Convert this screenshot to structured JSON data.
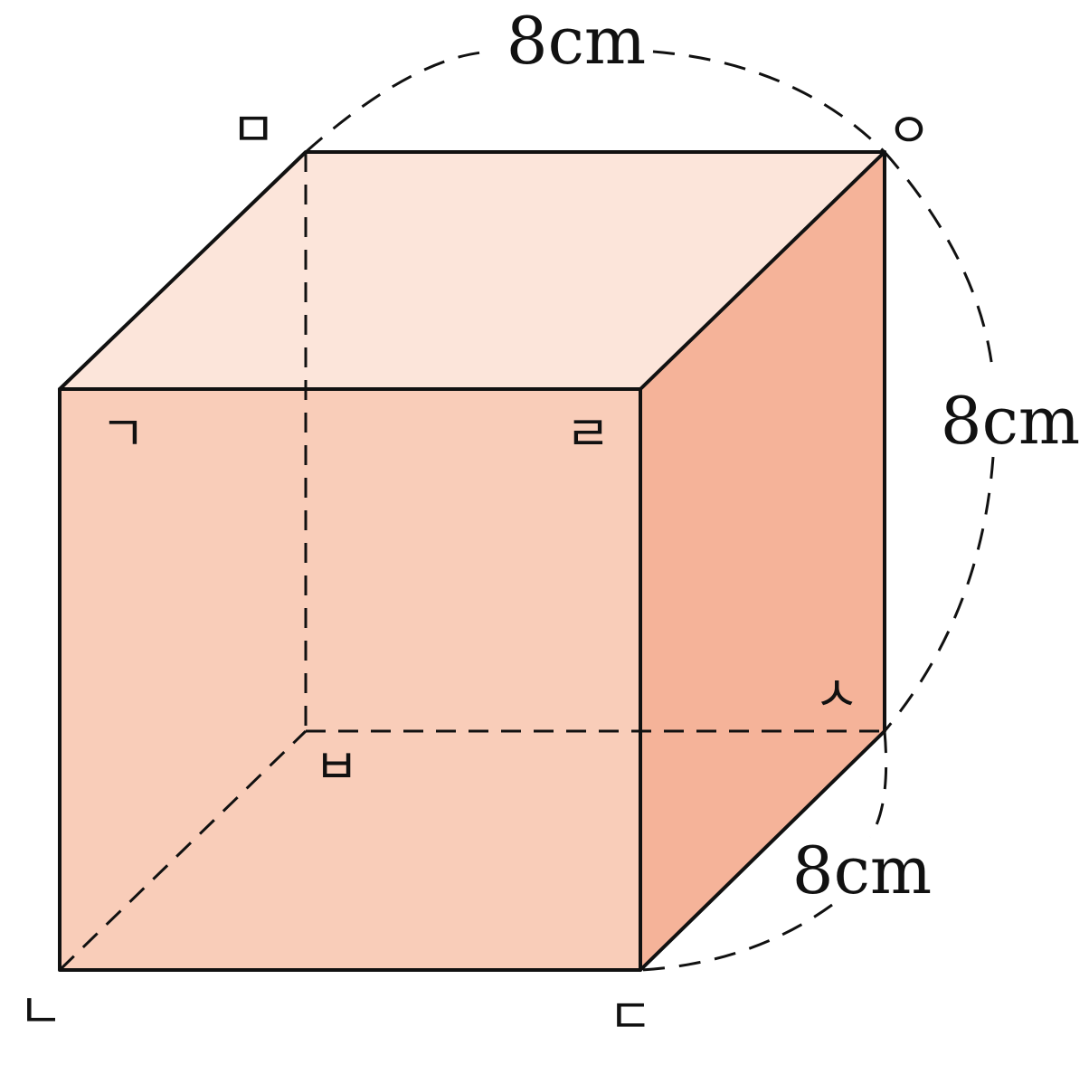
{
  "figure": {
    "type": "cube",
    "vertices": {
      "front_top_left": "ㄱ",
      "front_bottom_left": "ㄴ",
      "front_bottom_right": "ㄷ",
      "front_top_right": "ㄹ",
      "back_top_left": "ㅁ",
      "back_bottom_left": "ㅂ",
      "back_bottom_right": "ㅅ",
      "back_top_right": "ㅇ"
    },
    "dimensions": {
      "width": "8cm",
      "height": "8cm",
      "depth": "8cm"
    },
    "colors": {
      "front_face": "#F9CDB9",
      "top_face": "#FCE5DA",
      "side_face": "#F5B399",
      "edge": "#111111"
    }
  }
}
